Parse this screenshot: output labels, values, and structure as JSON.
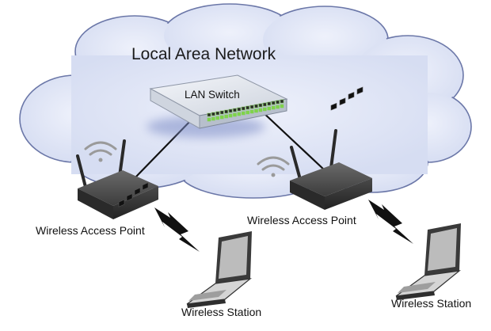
{
  "diagram": {
    "network_label": "Local Area Network",
    "switch_label": "LAN Switch",
    "access_point_left_label": "Wireless Access Point",
    "access_point_right_label": "Wireless Access Point",
    "station_left_label": "Wireless Station",
    "station_right_label": "Wireless Station"
  },
  "colors": {
    "cloud_fill": "#dde3f6",
    "cloud_stroke": "#6b77a8",
    "device_dark": "#3a3a3a",
    "switch_body": "#e9edf3",
    "port_green": "#7fd34a",
    "wifi_icon": "#9a9a9a",
    "bolt": "#111111"
  }
}
